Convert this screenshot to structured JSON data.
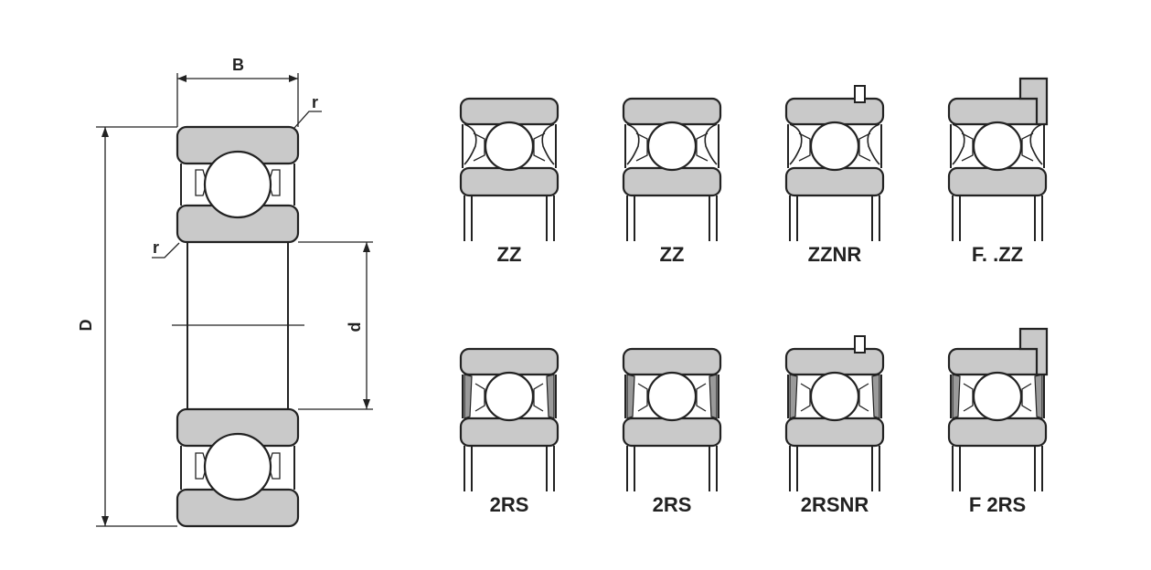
{
  "dimensions": {
    "width_label": "B",
    "outer_label": "D",
    "bore_label": "d",
    "radius_label_top": "r",
    "radius_label_left": "r"
  },
  "variants": [
    {
      "label": "ZZ",
      "seal": "shield",
      "mod": "none"
    },
    {
      "label": "ZZ",
      "seal": "shield",
      "mod": "none"
    },
    {
      "label": "ZZNR",
      "seal": "shield",
      "mod": "snap"
    },
    {
      "label": "F. .ZZ",
      "seal": "shield",
      "mod": "flange"
    },
    {
      "label": "2RS",
      "seal": "rubber",
      "mod": "none"
    },
    {
      "label": "2RS",
      "seal": "rubber",
      "mod": "none"
    },
    {
      "label": "2RSNR",
      "seal": "rubber",
      "mod": "snap"
    },
    {
      "label": "F  2RS",
      "seal": "rubber",
      "mod": "flange"
    }
  ],
  "colors": {
    "ring": "#c9c9c9",
    "line": "#222222"
  }
}
